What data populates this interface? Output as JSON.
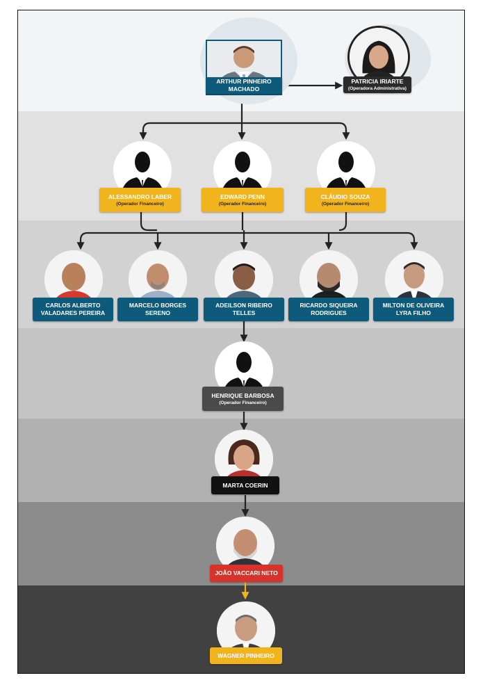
{
  "colors": {
    "blue_label": "#0d5a7a",
    "gold_label": "#f2b41c",
    "red_label": "#d6332a",
    "dark_label": "#2b2b2b",
    "connector": "#222222",
    "highlight_connector": "#f2b41c"
  },
  "people": {
    "arthur": {
      "name": "ARTHUR PINHEIRO MACHADO",
      "line1": "ARTHUR PINHEIRO",
      "line2": "MACHADO"
    },
    "patricia": {
      "name": "PATRICIA IRIARTE",
      "role": "(Operadora Administrativa)"
    },
    "alessandro": {
      "name": "ALESSANDRO LABER",
      "role": "(Operador Financeiro)"
    },
    "edward": {
      "name": "EDWARD PENN",
      "role": "(Operador Financeiro)"
    },
    "claudio": {
      "name": "CLÁUDIO SOUZA",
      "role": "(Operador Financeiro)"
    },
    "carlos": {
      "line1": "CARLOS ALBERTO",
      "line2": "VALADARES PEREIRA"
    },
    "marcelo": {
      "line1": "MARCELO BORGES",
      "line2": "SERENO"
    },
    "adeilson": {
      "line1": "ADEILSON RIBEIRO",
      "line2": "TELLES"
    },
    "ricardo": {
      "line1": "RICARDO SIQUEIRA",
      "line2": "RODRIGUES"
    },
    "milton": {
      "line1": "MILTON DE OLIVEIRA",
      "line2": "LYRA FILHO"
    },
    "henrique": {
      "name": "HENRIQUE BARBOSA",
      "role": "(Operador Financeiro)"
    },
    "marta": {
      "name": "MARTA COERIN"
    },
    "joao": {
      "name": "JOÃO VACCARI NETO"
    },
    "wagner": {
      "name": "WAGNER PINHEIRO"
    }
  }
}
